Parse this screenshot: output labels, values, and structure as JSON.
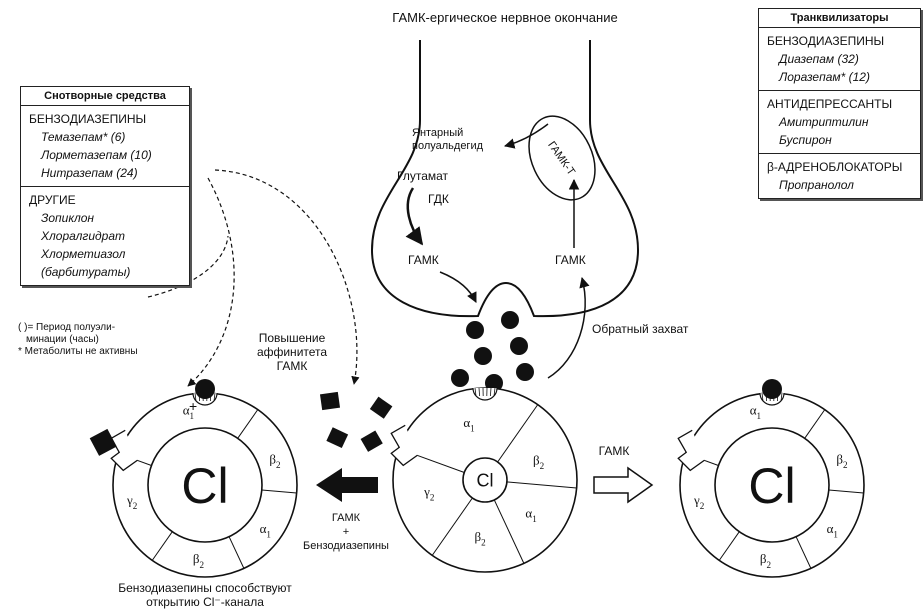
{
  "terminal": {
    "title": "ГАМК-ергическое нервное окончание",
    "succinic": [
      "Янтарный",
      "полуальдегид"
    ],
    "glutamate": "Глутамат",
    "gdk": "ГДК",
    "gaba_left": "ГАМК",
    "gaba_right": "ГАМК",
    "gaba_t": "ГАМК-Т"
  },
  "reuptake": "Обратный захват",
  "affinity": [
    "Повышение",
    "аффинитета",
    "ГАМК"
  ],
  "gaba_plus_bzd": [
    "ГАМК",
    "+",
    "Бензодиазепины"
  ],
  "gaba_arrow": "ГАМК",
  "caption": [
    "Бензодиазепины способствуют",
    "открытию Cl⁻-канала"
  ],
  "legend": [
    "(   )= Период полуэли-",
    "минации (часы)",
    "* Метаболиты не активны"
  ],
  "receptor": {
    "ion": "Cl",
    "subunits": [
      "α1",
      "β2",
      "α1",
      "β2",
      "γ2"
    ],
    "plus": "+"
  },
  "hypnotics": {
    "title": "Снотворные средства",
    "sections": [
      {
        "cls": "БЕНЗОДИАЗЕПИНЫ",
        "drugs": [
          "Темазепам* (6)",
          "Лорметазепам (10)",
          "Нитразепам (24)"
        ]
      },
      {
        "cls": "ДРУГИЕ",
        "drugs": [
          "Зопиклон",
          "Хлоралгидрат",
          "Хлорметиазол",
          "(барбитураты)"
        ]
      }
    ]
  },
  "tranquilizers": {
    "title": "Транквилизаторы",
    "sections": [
      {
        "cls": "БЕНЗОДИАЗЕПИНЫ",
        "drugs": [
          "Диазепам (32)",
          "Лоразепам* (12)"
        ]
      },
      {
        "cls": "АНТИДЕПРЕССАНТЫ",
        "drugs": [
          "Амитриптилин",
          "Буспирон"
        ]
      },
      {
        "cls": "β-АДРЕНОБЛОКАТОРЫ",
        "drugs": [
          "Пропранолол"
        ]
      }
    ]
  }
}
